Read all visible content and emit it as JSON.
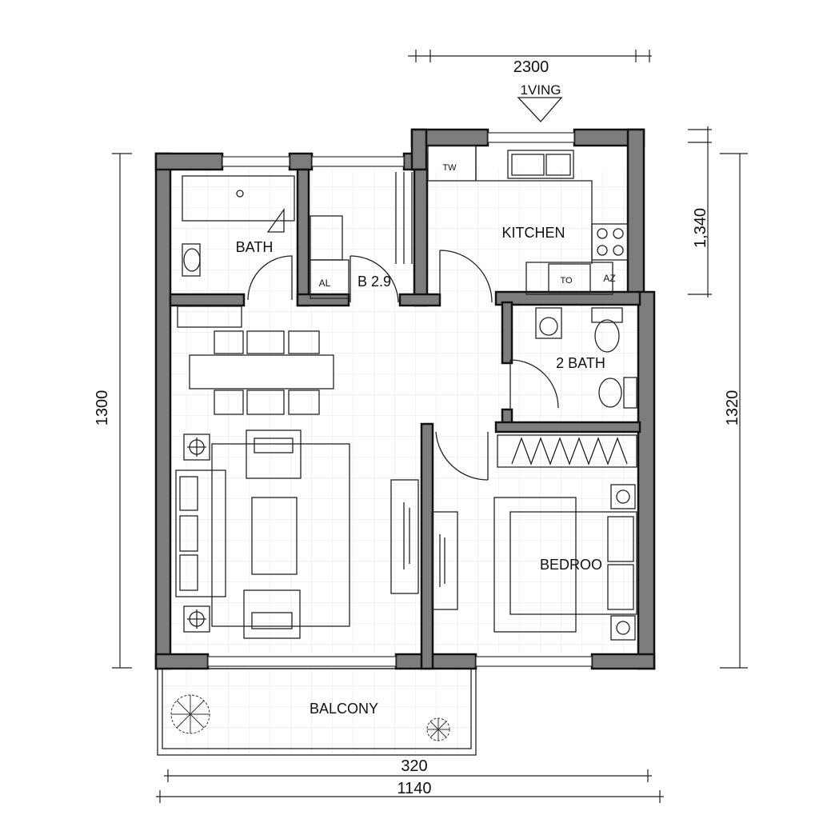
{
  "title_marker": "1VING",
  "dimensions": {
    "top": "2300",
    "right_upper": "1,340",
    "right_lower": "1320",
    "left": "1300",
    "bottom_inner": "320",
    "bottom_outer": "1140"
  },
  "rooms": {
    "bath": "BATH",
    "hall": "B 2.9",
    "hall_closet": "AL",
    "kitchen": "KITCHEN",
    "kitchen_tw": "TW",
    "kitchen_to": "TO",
    "kitchen_az": "AZ",
    "bath2": "2 BATH",
    "bedroom": "BEDROO",
    "balcony": "BALCONY"
  }
}
